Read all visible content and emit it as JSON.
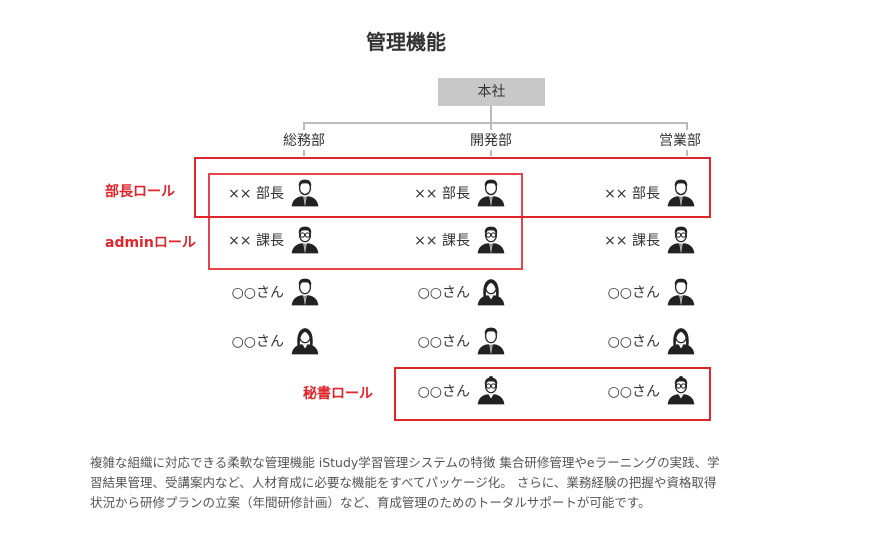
{
  "title": "管理機能",
  "hq": "本社",
  "departments": [
    "総務部",
    "開発部",
    "営業部"
  ],
  "rows": [
    {
      "label": "×× 部長",
      "icon": "manager-icon"
    },
    {
      "label": "×× 課長",
      "icon": "glasses-man-icon"
    },
    {
      "labels": [
        "○○さん",
        "○○さん",
        "○○さん"
      ],
      "icons": [
        "man-icon",
        "woman-icon",
        "man-icon"
      ]
    },
    {
      "labels": [
        "○○さん",
        "○○さん",
        "○○さん"
      ],
      "icons": [
        "woman-icon",
        "man-icon",
        "woman-icon"
      ]
    },
    {
      "labels": [
        "○○さん",
        "○○さん"
      ],
      "icons": [
        "secretary-icon",
        "secretary-icon"
      ]
    }
  ],
  "roles": {
    "bucho": "部長ロール",
    "admin": "adminロール",
    "hisho": "秘書ロール"
  },
  "description": "複雑な組織に対応できる柔軟な管理機能 iStudy学習管理システムの特徴 集合研修管理やeラーニングの実践、学習結果管理、受講案内など、人材育成に必要な機能をすべてパッケージ化。 さらに、業務経験の把握や資格取得状況から研修プランの立案（年間研修計画）など、育成管理のためのトータルサポートが可能です。",
  "colors": {
    "accent": "#e0242c",
    "hq_bg": "#c8c8c8"
  }
}
